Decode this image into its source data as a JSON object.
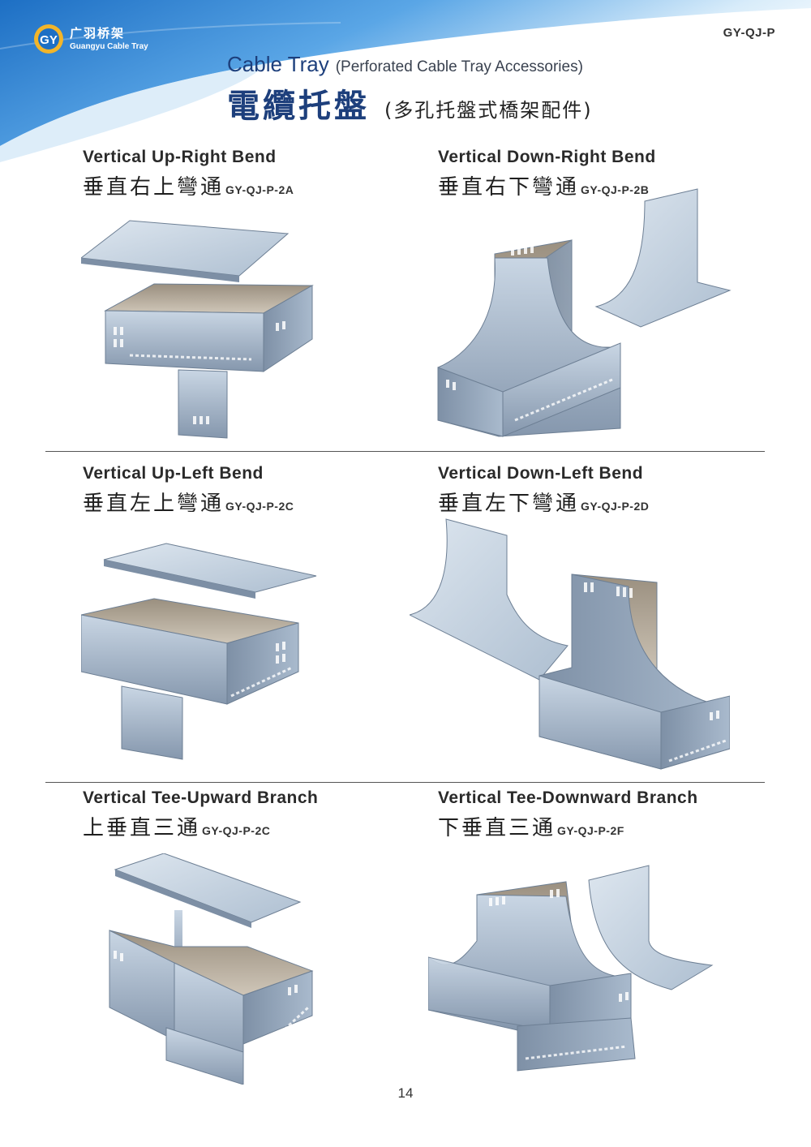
{
  "header": {
    "logo_cn": "广羽桥架",
    "logo_en": "Guangyu Cable Tray",
    "doc_code": "GY-QJ-P",
    "title_en": "Cable Tray",
    "title_en_sub": "(Perforated Cable Tray Accessories)",
    "title_cn": "電纜托盤",
    "title_cn_sub": "(多孔托盤式橋架配件)"
  },
  "products": [
    {
      "name_en": "Vertical Up-Right Bend",
      "name_cn": "垂直右上彎通",
      "code": "GY-QJ-P-2A"
    },
    {
      "name_en": "Vertical Down-Right Bend",
      "name_cn": "垂直右下彎通",
      "code": "GY-QJ-P-2B"
    },
    {
      "name_en": "Vertical Up-Left Bend",
      "name_cn": "垂直左上彎通",
      "code": "GY-QJ-P-2C"
    },
    {
      "name_en": "Vertical Down-Left Bend",
      "name_cn": "垂直左下彎通",
      "code": "GY-QJ-P-2D"
    },
    {
      "name_en": "Vertical Tee-Upward Branch",
      "name_cn": "上垂直三通",
      "code": "GY-QJ-P-2C"
    },
    {
      "name_en": "Vertical Tee-Downward Branch",
      "name_cn": "下垂直三通",
      "code": "GY-QJ-P-2F"
    }
  ],
  "page_number": "14",
  "colors": {
    "brand_blue": "#1d3f7c",
    "header_blue": "#2f7fd0",
    "metal": "#9fb1c6"
  }
}
